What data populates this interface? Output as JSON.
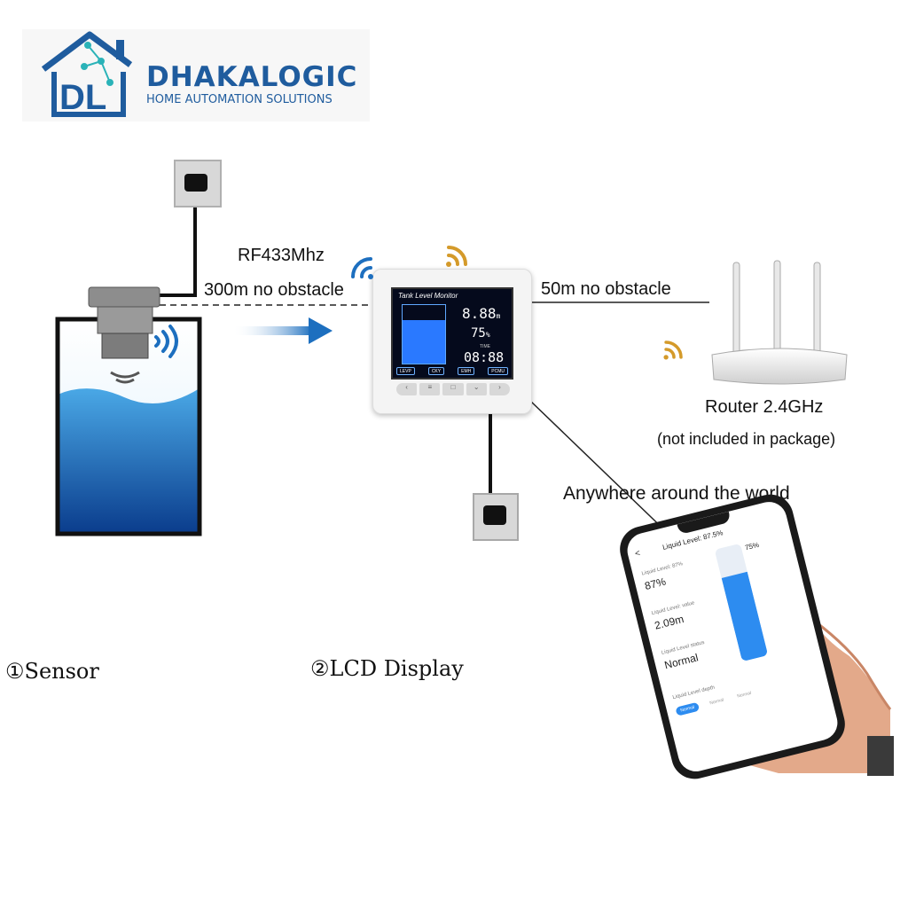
{
  "logo": {
    "brand": "DHAKALOGIC",
    "tagline": "HOME AUTOMATION SOLUTIONS",
    "monogram": "DL",
    "colors": {
      "blue": "#1f5c9e",
      "teal": "#2bb3b8"
    }
  },
  "labels": {
    "rf_freq": "RF433Mhz",
    "rf_range": "300m no obstacle",
    "wifi_range": "50m no obstacle",
    "router": "Router 2.4GHz",
    "router_note": "(not included in package)",
    "anywhere": "Anywhere around the world",
    "sensor": "①Sensor",
    "lcd": "②LCD Display"
  },
  "lcd": {
    "title": "Tank Level Monitor",
    "depth": "8.88",
    "depth_unit": "m",
    "percent": "75",
    "percent_unit": "%",
    "time_label": "TIME",
    "time": "08:88",
    "tabs": [
      "LEVP",
      "CKY",
      "EMH",
      "PCMU"
    ],
    "level_fraction": 0.75
  },
  "phone": {
    "header": "Liquid Level: 87.5%",
    "back": "<",
    "fields": [
      {
        "label": "Liquid Level: 87%",
        "value": "87%"
      },
      {
        "label": "Liquid Level: value",
        "value": "2.09m"
      },
      {
        "label": "Liquid Level status",
        "value": "Normal"
      }
    ],
    "bar_label": "75%",
    "bar_fraction": 0.75,
    "depth_section": "Liquid Level depth",
    "tabs": [
      "Normal",
      "Normal",
      "Normal"
    ]
  },
  "icons": {
    "wifi": "wifi-signal-icon",
    "rf": "rf-signal-icon",
    "arrow": "flow-arrow-icon"
  }
}
